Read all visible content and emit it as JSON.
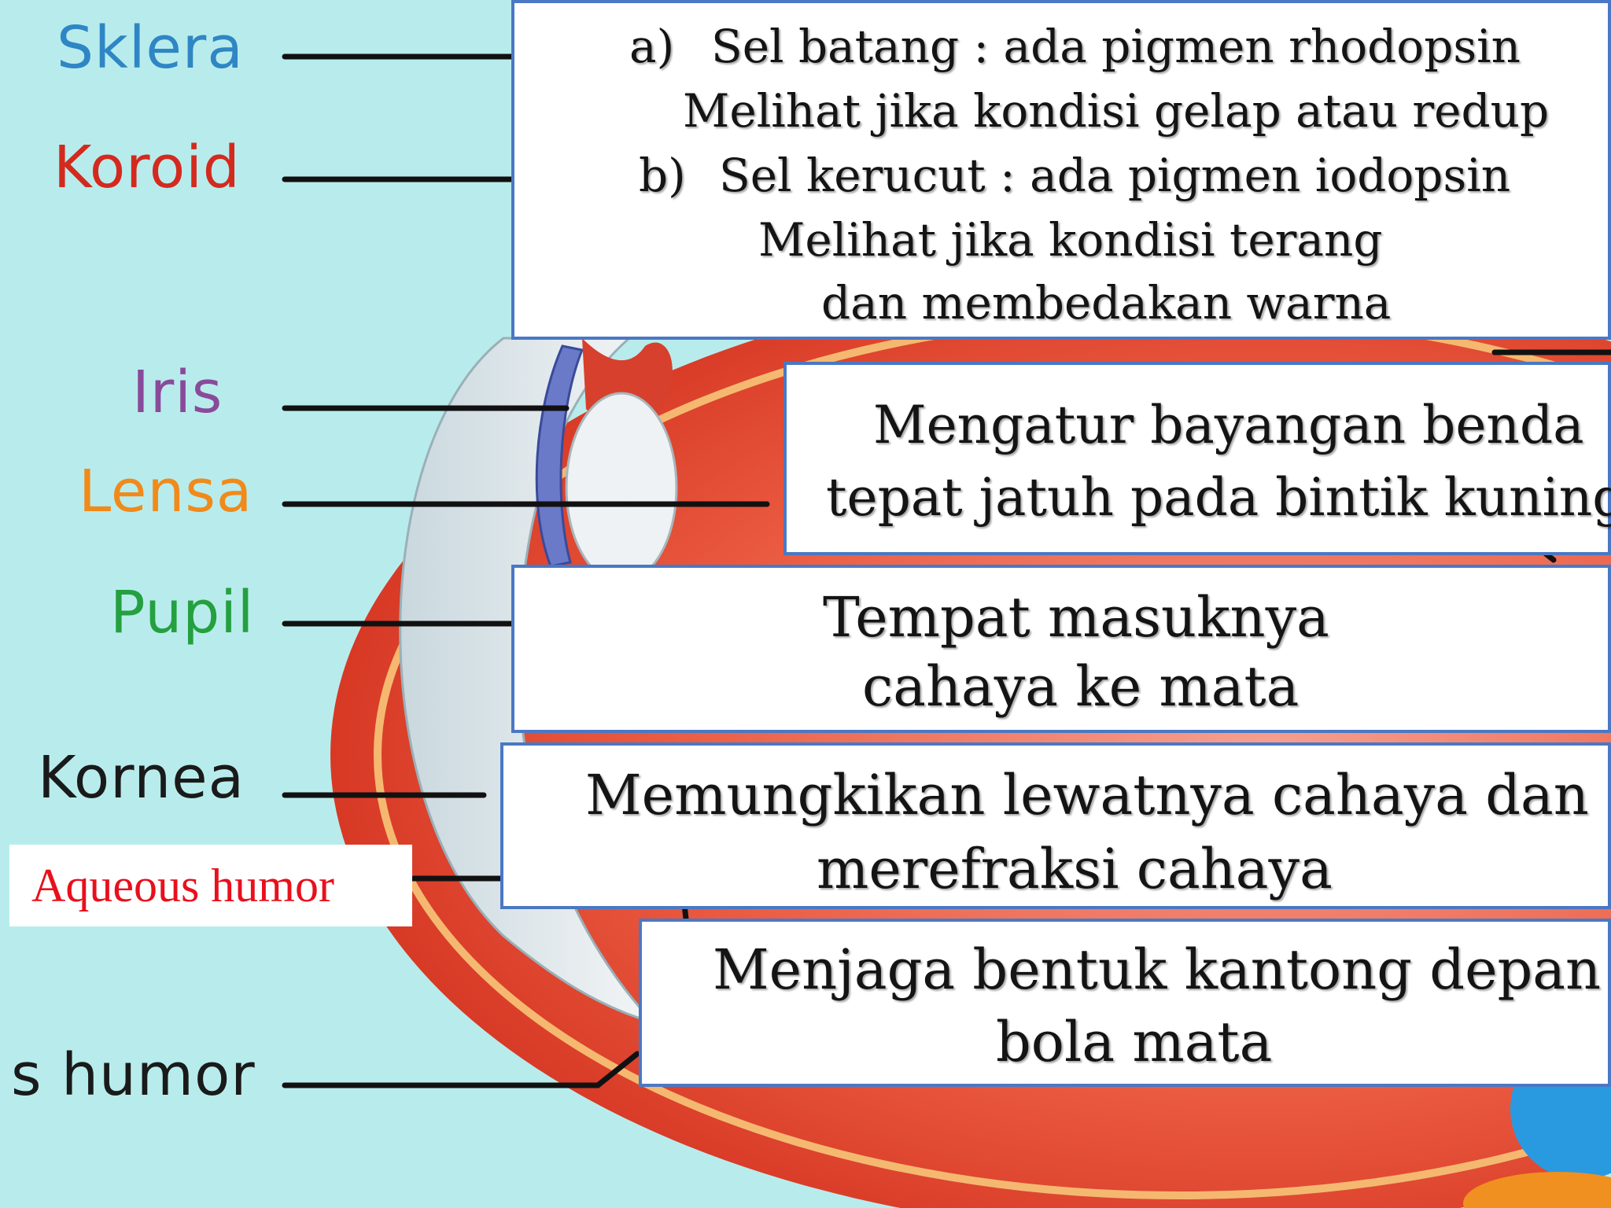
{
  "labels": {
    "sklera": "Sklera",
    "koroid": "Koroid",
    "iris": "Iris",
    "lensa": "Lensa",
    "pupil": "Pupil",
    "kornea": "Kornea",
    "vitreous": "s humor",
    "aqueous": "Aqueous humor"
  },
  "boxes": {
    "retina_cells": {
      "line1_marker": "a)",
      "line1_text": "Sel batang : ada pigmen rhodopsin",
      "line2": "Melihat jika kondisi gelap atau redup",
      "line3_marker": "b)",
      "line3_text": "Sel kerucut : ada pigmen iodopsin",
      "line4": "Melihat jika kondisi terang",
      "line5": "dan membedakan warna"
    },
    "lensa_fn": {
      "line1": "Mengatur bayangan benda",
      "line2": "tepat jatuh pada bintik kuning"
    },
    "pupil_fn": {
      "line1": "Tempat masuknya",
      "line2": "cahaya ke mata"
    },
    "kornea_fn": {
      "line1": "Memungkikan lewatnya cahaya dan",
      "line2": "merefraksi cahaya"
    },
    "aqueous_fn": {
      "line1": "Menjaga bentuk kantong depan",
      "line2": "bola mata"
    }
  },
  "colors": {
    "background": "#b8ecec",
    "sklera": "#2f86c4",
    "koroid": "#d42a1e",
    "iris": "#8a4a9a",
    "lensa": "#f08a1a",
    "pupil": "#25a040",
    "kornea": "#1a1a1a",
    "aqueous": "#e8101c",
    "box_border": "#4a78c4"
  }
}
